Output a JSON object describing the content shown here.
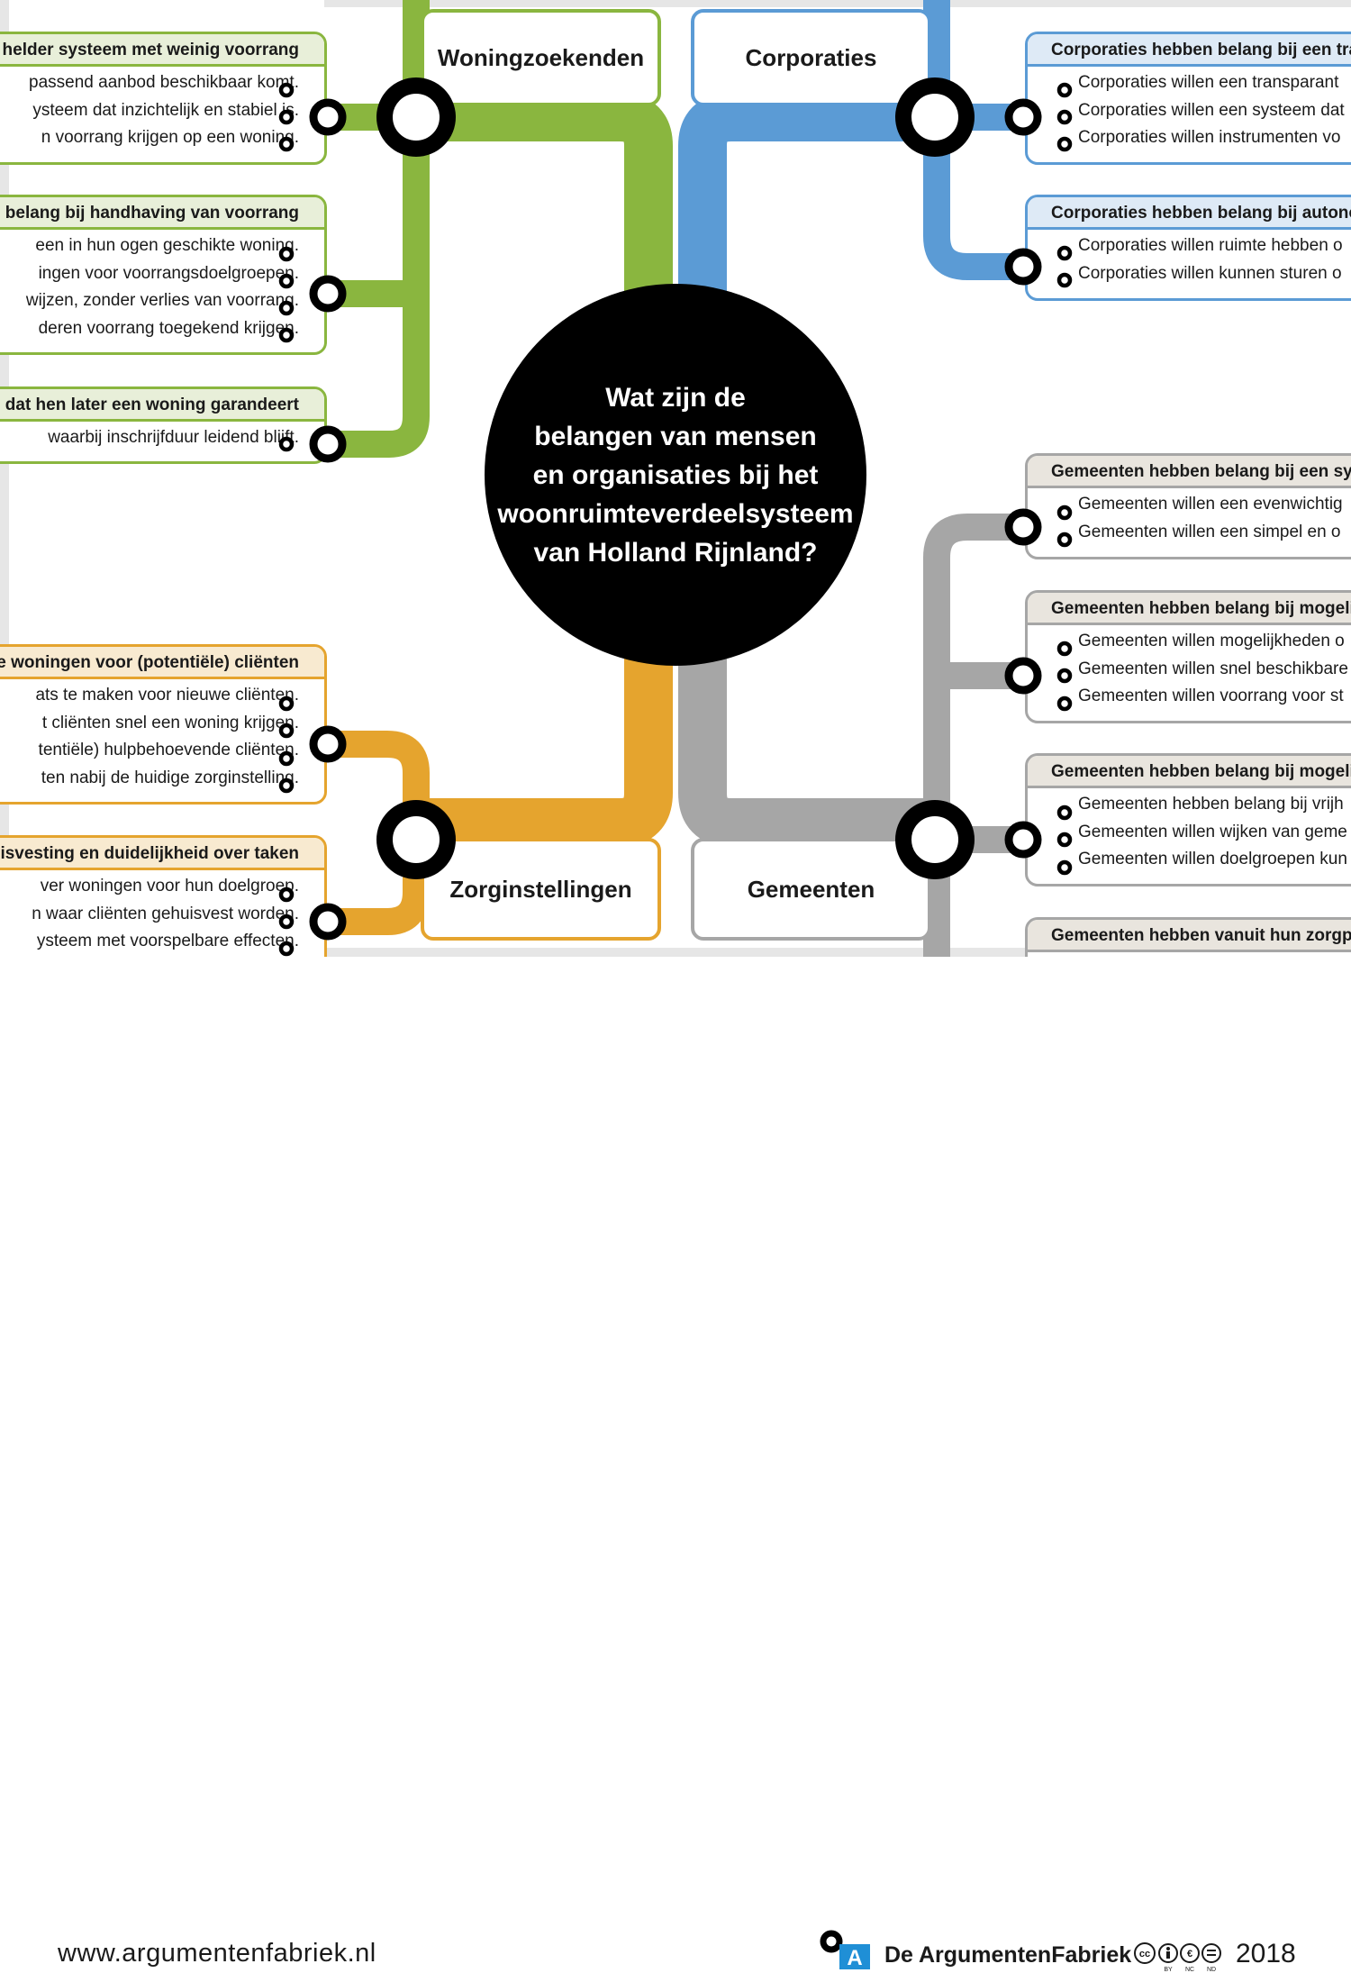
{
  "center_question": {
    "lines": [
      "Wat zijn de",
      "belangen van mensen",
      "en organisaties bij het",
      "woonruimteverdeelsysteem",
      "van Holland Rijnland?"
    ]
  },
  "actors": {
    "woningzoekenden": "Woningzoekenden",
    "corporaties": "Corporaties",
    "zorginstellingen": "Zorginstellingen",
    "gemeenten": "Gemeenten"
  },
  "colors": {
    "green": "#8ab63f",
    "blue": "#5b9bd5",
    "orange": "#e5a42e",
    "gray": "#a6a6a6",
    "center": "#000000"
  },
  "woningzoekenden_boxes": [
    {
      "header": "helder systeem met weinig voorrang",
      "items": [
        "passend aanbod beschikbaar komt.",
        "ysteem dat inzichtelijk en stabiel is.",
        "n voorrang krijgen op een woning."
      ]
    },
    {
      "header": "n belang bij handhaving van voorrang",
      "items": [
        "een in hun ogen geschikte woning.",
        "ingen voor voorrangsdoelgroepen.",
        "wijzen, zonder verlies van voorrang.",
        "deren voorrang toegekend krijgen."
      ]
    },
    {
      "header": "dat hen later een woning garandeert",
      "items": [
        "waarbij inschrijfduur leidend blijft."
      ]
    }
  ],
  "corporaties_boxes": [
    {
      "header": "Corporaties hebben belang bij een tra",
      "items": [
        "Corporaties willen een transparant",
        "Corporaties willen een systeem dat",
        "Corporaties willen instrumenten vo"
      ]
    },
    {
      "header": "Corporaties hebben belang bij autono",
      "items": [
        "Corporaties willen ruimte hebben o",
        "Corporaties willen kunnen sturen o"
      ]
    }
  ],
  "zorginstellingen_boxes": [
    {
      "header": "e woningen voor (potentiële) cliënten",
      "items": [
        "ats te maken voor nieuwe cliënten.",
        "t cliënten snel een woning krijgen.",
        "tentiële) hulpbehoevende cliënten.",
        "ten nabij de huidige zorginstelling."
      ]
    },
    {
      "header": "uisvesting en duidelijkheid over taken",
      "items": [
        "ver woningen voor hun doelgroep.",
        "n waar cliënten gehuisvest worden.",
        "ysteem met voorspelbare effecten."
      ]
    }
  ],
  "gemeenten_boxes": [
    {
      "header": "Gemeenten hebben belang bij een sys",
      "items": [
        "Gemeenten willen een evenwichtig",
        "Gemeenten willen een simpel en o"
      ]
    },
    {
      "header": "Gemeenten hebben belang bij mogeli",
      "items": [
        "Gemeenten willen mogelijkheden o",
        "Gemeenten willen snel beschikbare",
        "Gemeenten willen voorrang voor st"
      ]
    },
    {
      "header": "Gemeenten hebben belang bij mogeli",
      "items": [
        "Gemeenten hebben belang bij vrijh",
        "Gemeenten willen wijken van geme",
        "Gemeenten willen doelgroepen kun"
      ]
    },
    {
      "header": "Gemeenten hebben vanuit hun zorgpl",
      "items": []
    }
  ],
  "footer": {
    "url": "www.argumentenfabriek.nl",
    "logo_letter": "A",
    "organization": "De ArgumentenFabriek",
    "license_labels": [
      "BY",
      "NC",
      "ND"
    ],
    "year": "2018"
  }
}
